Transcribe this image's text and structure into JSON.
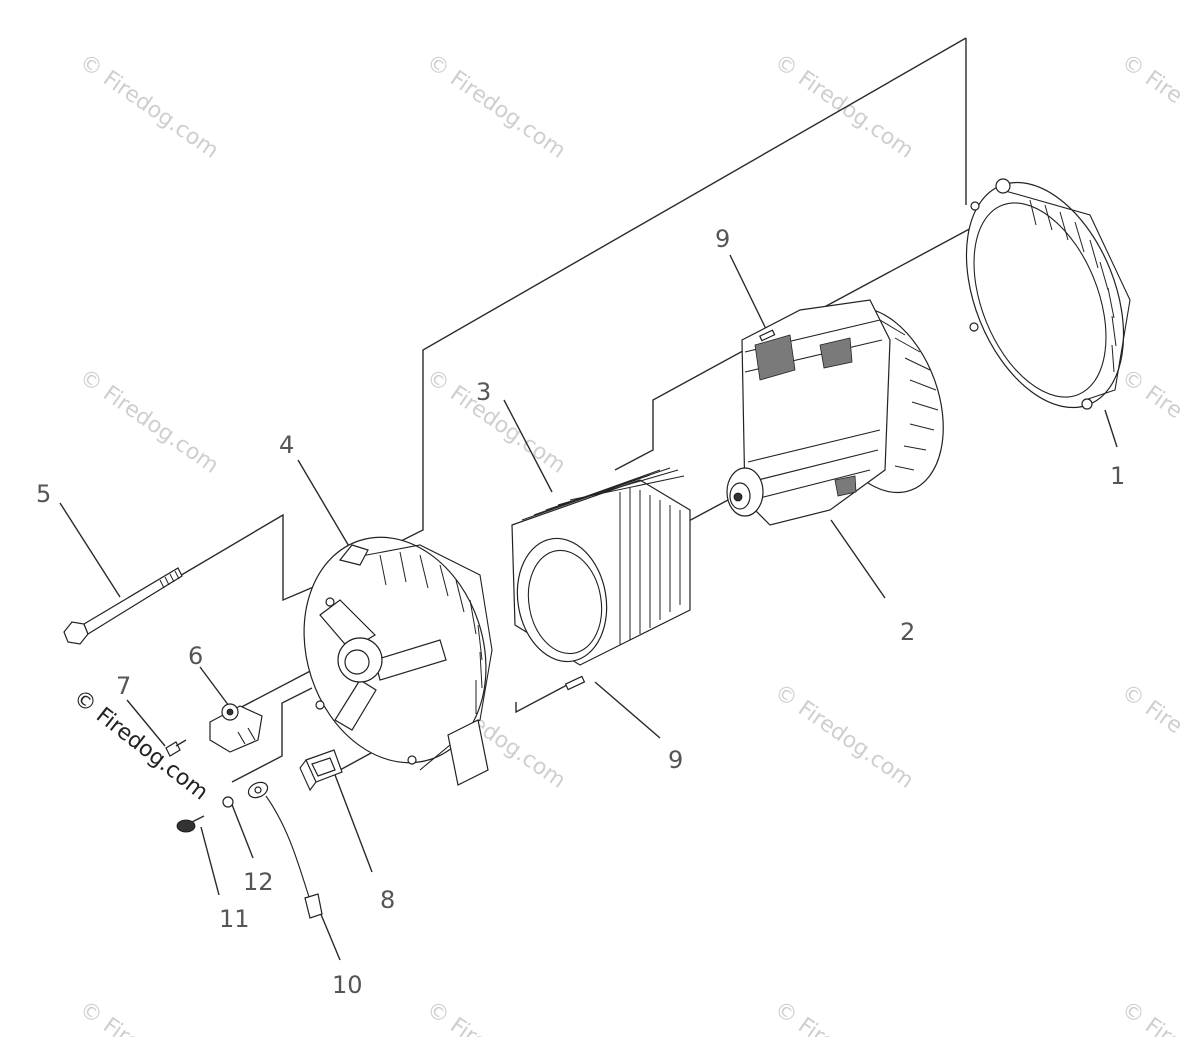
{
  "labels": {
    "p1": "1",
    "p2": "2",
    "p3": "3",
    "p4": "4",
    "p5": "5",
    "p6": "6",
    "p7": "7",
    "p8": "8",
    "p9a": "9",
    "p9b": "9",
    "p10": "10",
    "p11": "11",
    "p12": "12"
  },
  "watermark": {
    "faint": "© Firedog.com",
    "faint_cut": "© Fire",
    "strong": "© Firedog.com"
  }
}
